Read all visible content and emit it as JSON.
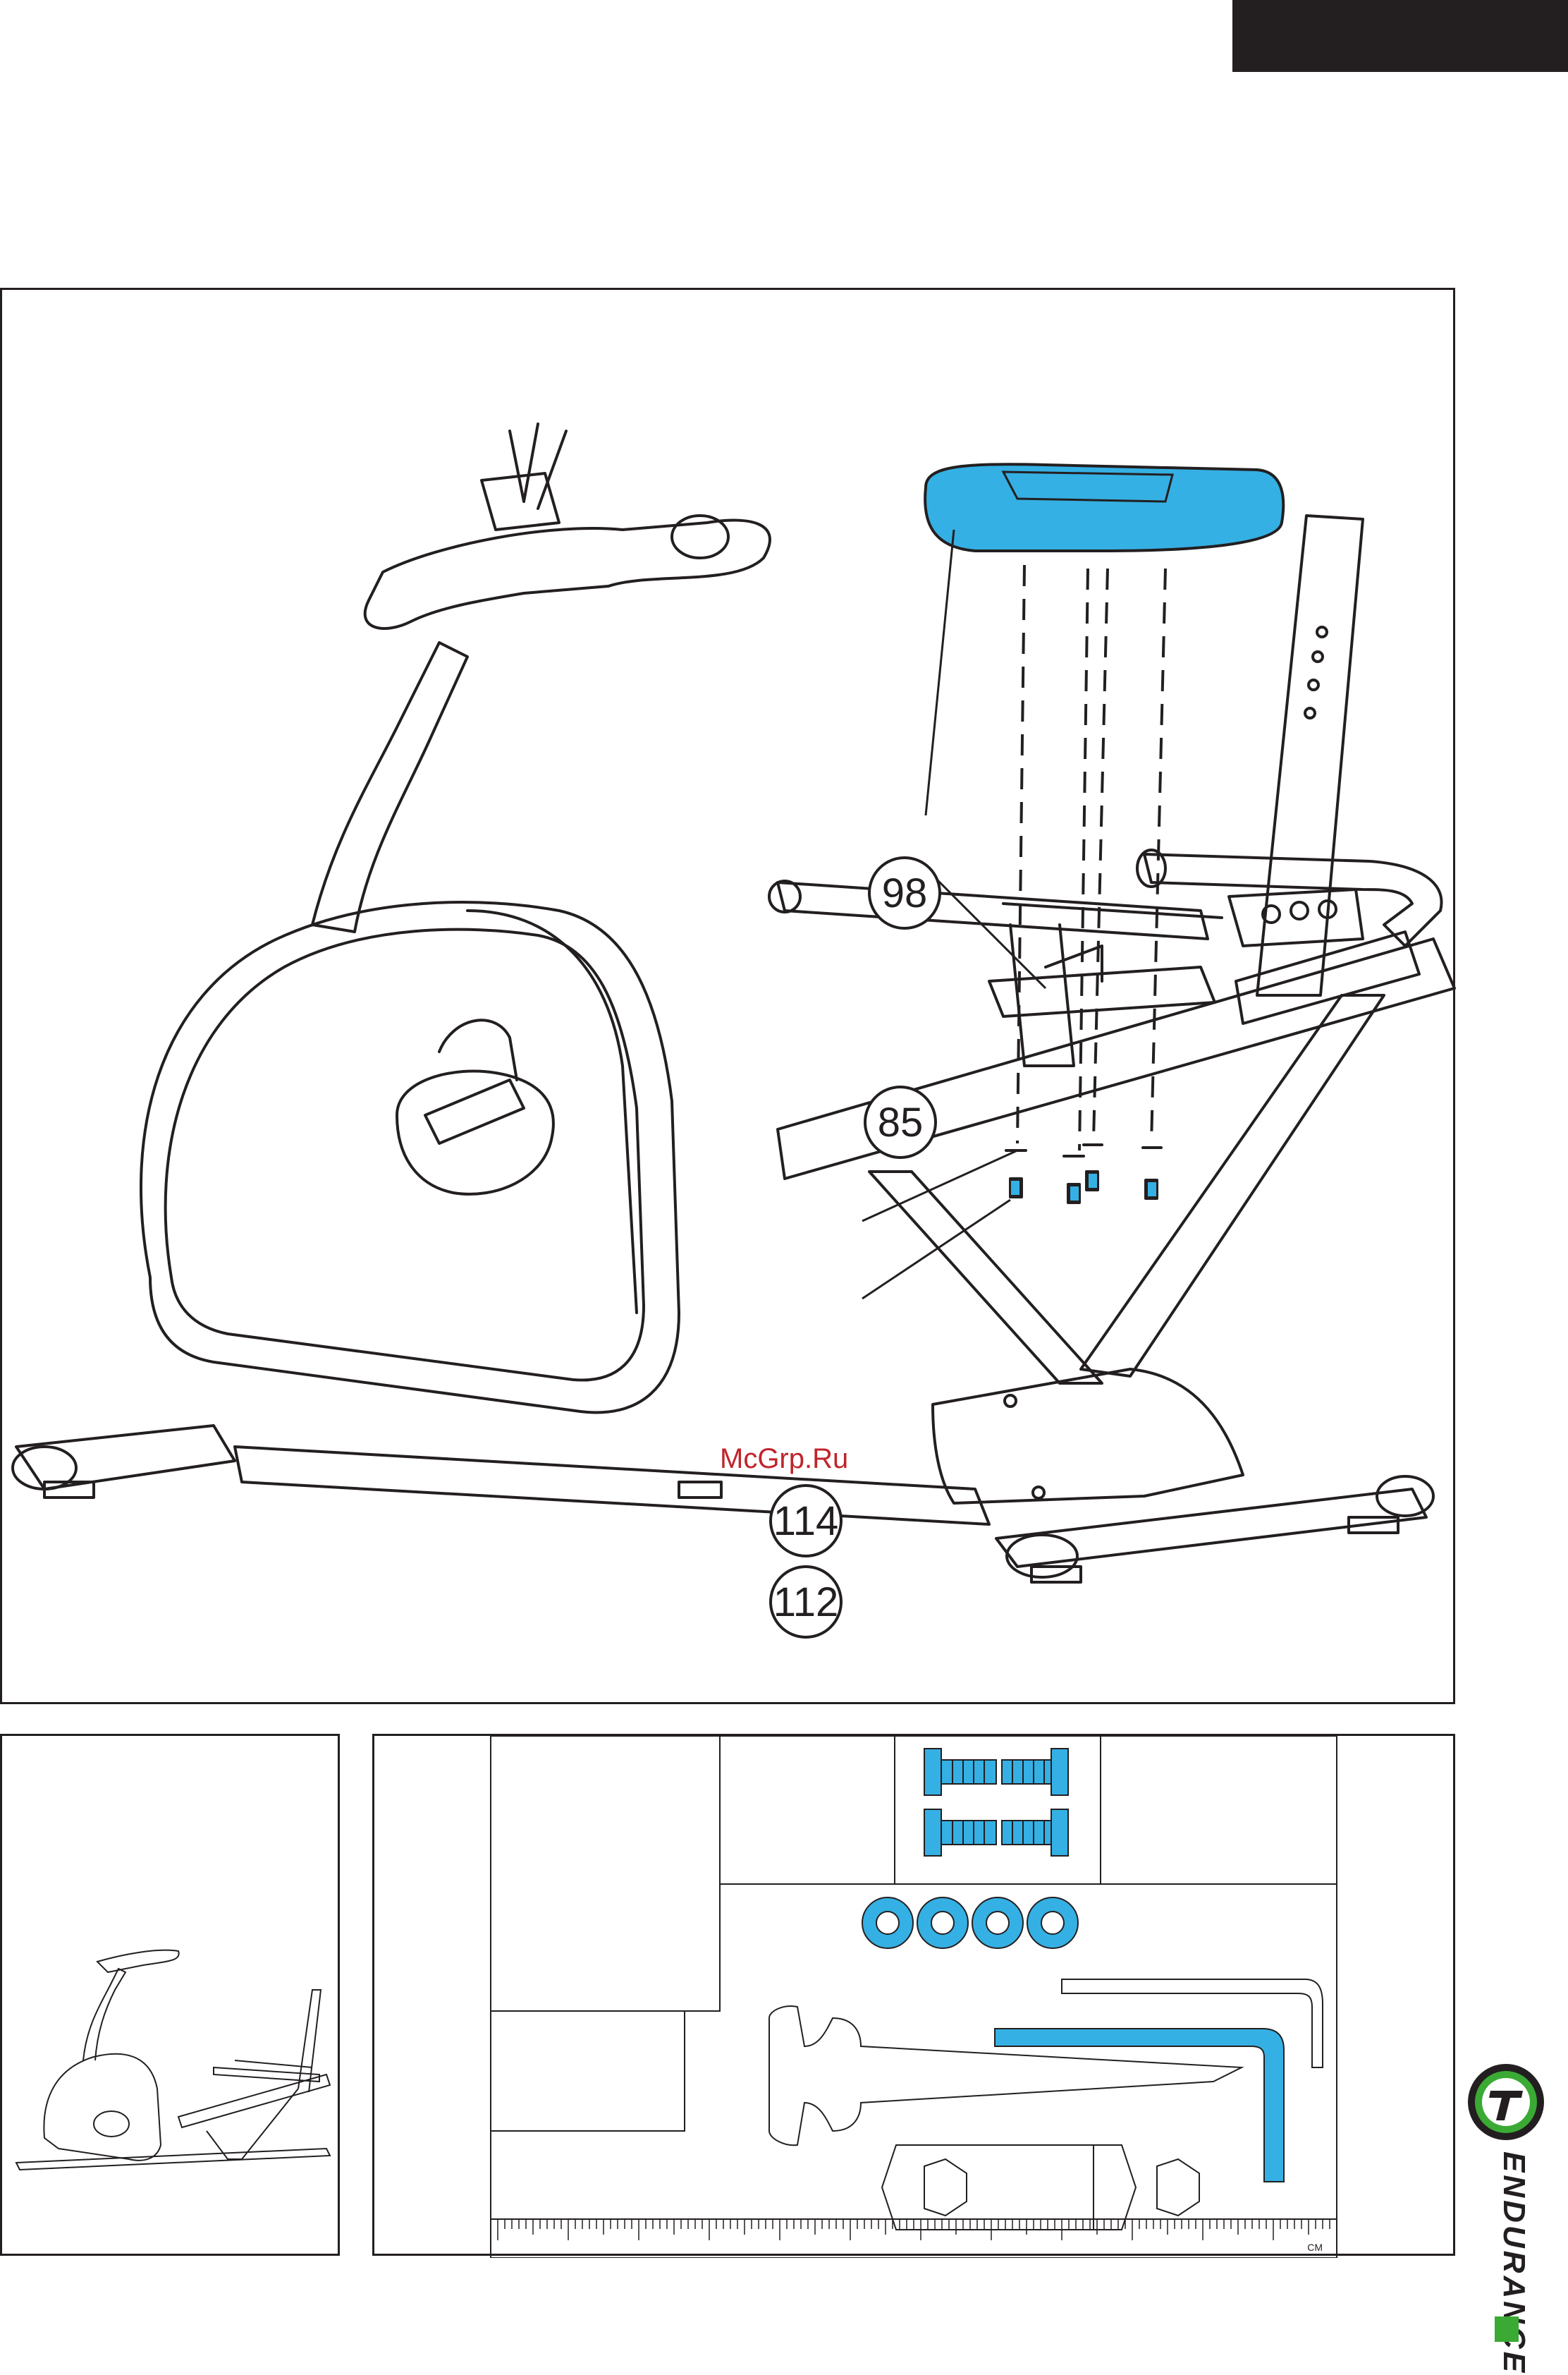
{
  "page": {
    "brand": "ENDURANCE",
    "watermark": "McGrp.Ru"
  },
  "callouts": {
    "seat": "98",
    "seat_bracket": "85",
    "washer": "114",
    "bolt": "112"
  },
  "colors": {
    "ink": "#231f20",
    "part_highlight": "#35b0e4",
    "brand_green": "#3aaa35",
    "watermark": "#c0242b"
  },
  "icons": {
    "brand_logo": "endurance-logo-icon"
  },
  "hardware": {
    "ruler_label": "CM"
  }
}
